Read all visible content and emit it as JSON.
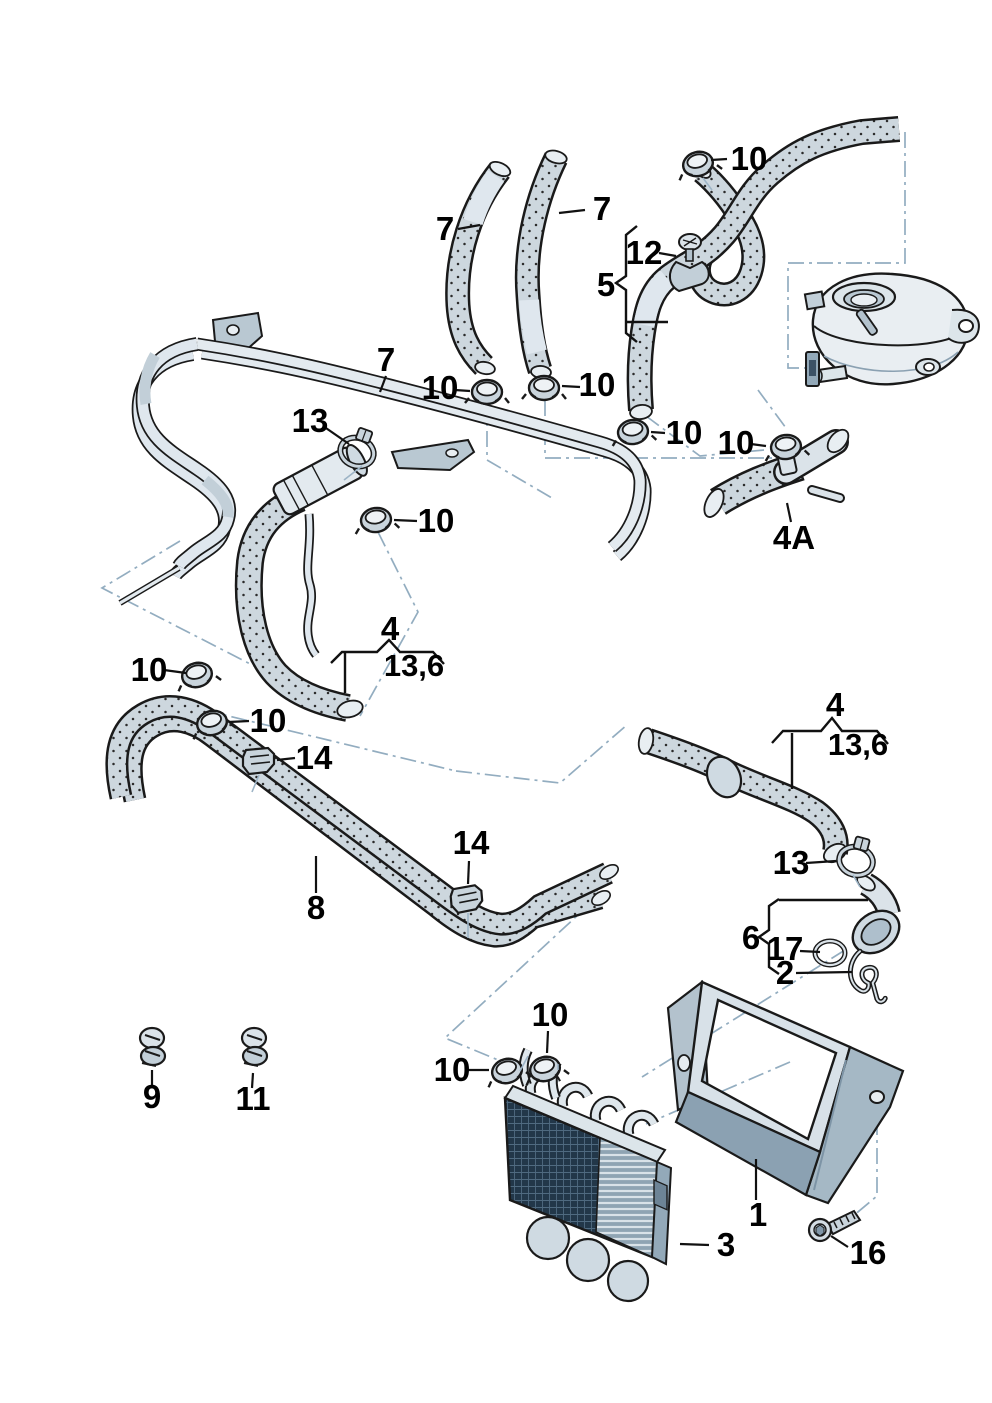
{
  "diagram": {
    "colors": {
      "outline": "#1a1a1a",
      "hose_fill": "#cdd7de",
      "metal_light": "#e2e9ee",
      "metal_mid": "#aebfcc",
      "metal_dark": "#5d7689",
      "radiator_core": "#223749",
      "guide_line": "#93adc0",
      "label_text": "#000000",
      "background": "#ffffff"
    },
    "callouts": [
      {
        "text": "10"
      },
      {
        "text": "7"
      },
      {
        "text": "7"
      },
      {
        "text": "12"
      },
      {
        "text": "5"
      },
      {
        "text": "7"
      },
      {
        "text": "10"
      },
      {
        "text": "10"
      },
      {
        "text": "13"
      },
      {
        "text": "10"
      },
      {
        "text": "10"
      },
      {
        "text": "4A"
      },
      {
        "text": "10"
      },
      {
        "text": "4"
      },
      {
        "text": "13,6"
      },
      {
        "text": "10"
      },
      {
        "text": "10"
      },
      {
        "text": "14"
      },
      {
        "text": "4"
      },
      {
        "text": "13,6"
      },
      {
        "text": "14"
      },
      {
        "text": "8"
      },
      {
        "text": "13"
      },
      {
        "text": "6"
      },
      {
        "text": "17"
      },
      {
        "text": "2"
      },
      {
        "text": "10"
      },
      {
        "text": "10"
      },
      {
        "text": "9"
      },
      {
        "text": "11"
      },
      {
        "text": "1"
      },
      {
        "text": "3"
      },
      {
        "text": "16"
      }
    ]
  }
}
